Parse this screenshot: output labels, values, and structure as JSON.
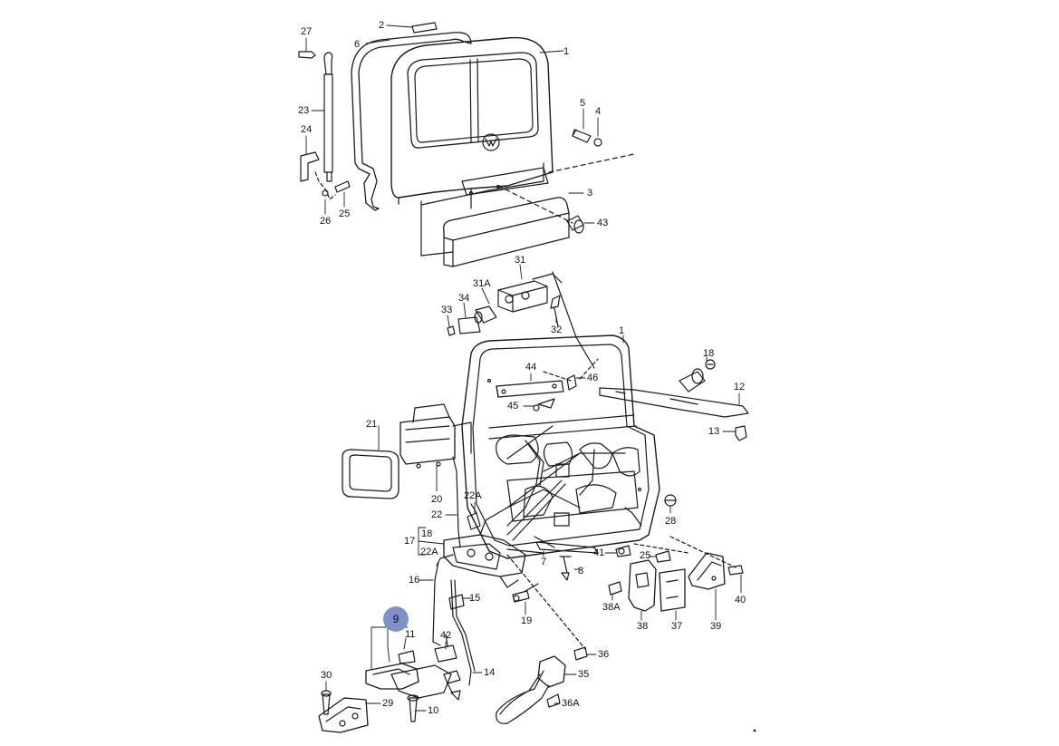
{
  "diagram": {
    "highlight_color": "#7f91c9",
    "highlighted_part": "9",
    "callouts": [
      {
        "id": "c27",
        "text": "27"
      },
      {
        "id": "c2",
        "text": "2"
      },
      {
        "id": "c6",
        "text": "6"
      },
      {
        "id": "c1a",
        "text": "1"
      },
      {
        "id": "c23",
        "text": "23"
      },
      {
        "id": "c24",
        "text": "24"
      },
      {
        "id": "c26",
        "text": "26"
      },
      {
        "id": "c25a",
        "text": "25"
      },
      {
        "id": "c5",
        "text": "5"
      },
      {
        "id": "c4",
        "text": "4"
      },
      {
        "id": "c3",
        "text": "3"
      },
      {
        "id": "c43",
        "text": "43"
      },
      {
        "id": "c31",
        "text": "31"
      },
      {
        "id": "c31A",
        "text": "31A"
      },
      {
        "id": "c34",
        "text": "34"
      },
      {
        "id": "c33",
        "text": "33"
      },
      {
        "id": "c32",
        "text": "32"
      },
      {
        "id": "c1b",
        "text": "1"
      },
      {
        "id": "c18a",
        "text": "18"
      },
      {
        "id": "c44",
        "text": "44"
      },
      {
        "id": "c46",
        "text": "46"
      },
      {
        "id": "c45",
        "text": "45"
      },
      {
        "id": "c12",
        "text": "12"
      },
      {
        "id": "c13",
        "text": "13"
      },
      {
        "id": "c21",
        "text": "21"
      },
      {
        "id": "c20",
        "text": "20"
      },
      {
        "id": "c22A",
        "text": "22A"
      },
      {
        "id": "c22",
        "text": "22"
      },
      {
        "id": "c28",
        "text": "28"
      },
      {
        "id": "c17",
        "text": "17"
      },
      {
        "id": "c18b",
        "text": "18"
      },
      {
        "id": "c22Ab",
        "text": "22A"
      },
      {
        "id": "c7",
        "text": "7"
      },
      {
        "id": "c8",
        "text": "8"
      },
      {
        "id": "c41",
        "text": "41"
      },
      {
        "id": "c25b",
        "text": "25"
      },
      {
        "id": "c16",
        "text": "16"
      },
      {
        "id": "c15",
        "text": "15"
      },
      {
        "id": "c19",
        "text": "19"
      },
      {
        "id": "c38A",
        "text": "38A"
      },
      {
        "id": "c40",
        "text": "40"
      },
      {
        "id": "c38",
        "text": "38"
      },
      {
        "id": "c37",
        "text": "37"
      },
      {
        "id": "c39",
        "text": "39"
      },
      {
        "id": "c11",
        "text": "11"
      },
      {
        "id": "c42",
        "text": "42"
      },
      {
        "id": "c36",
        "text": "36"
      },
      {
        "id": "c35",
        "text": "35"
      },
      {
        "id": "c14",
        "text": "14"
      },
      {
        "id": "c36A",
        "text": "36A"
      },
      {
        "id": "c30",
        "text": "30"
      },
      {
        "id": "c29",
        "text": "29"
      },
      {
        "id": "c10",
        "text": "10"
      }
    ]
  }
}
